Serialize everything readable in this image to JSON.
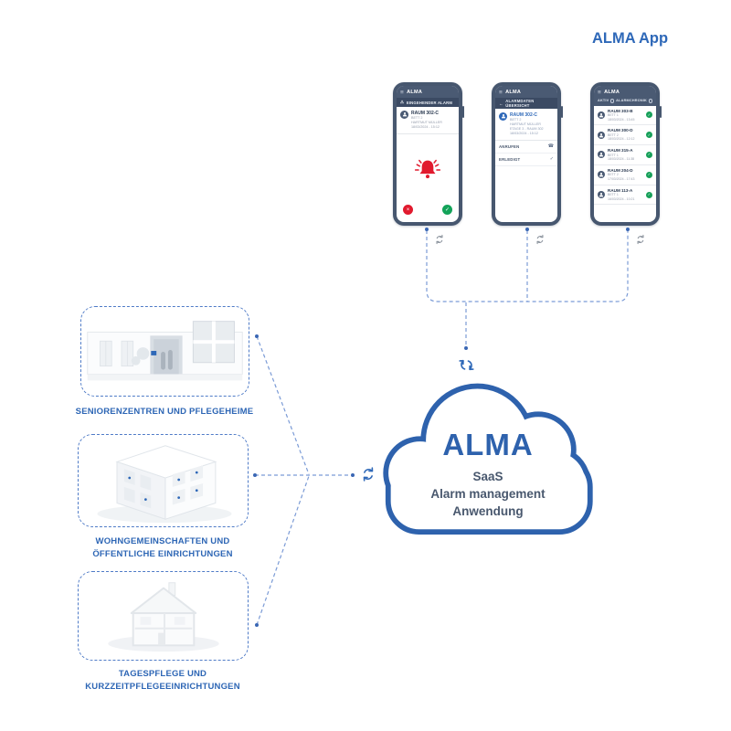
{
  "header": {
    "app_title": "ALMA App"
  },
  "colors": {
    "accent_blue": "#2e68b8",
    "cloud_outline": "#2e62ad",
    "phone_frame": "#47576f",
    "alarm_red": "#e11a2e",
    "success_green": "#13a359",
    "connector_blue": "#7b9bd6",
    "label_blue": "#2d66b5",
    "sync_gray": "#8a929c"
  },
  "icons": {
    "menu": "≡",
    "back": "←",
    "warning": "⚠",
    "phone": "☎",
    "check": "✓",
    "close": "×"
  },
  "phones": [
    {
      "title": "ALMA",
      "bar_label": "EINGEHENDER ALARM",
      "card": {
        "room": "RAUM 302-C",
        "bed": "BETT 2",
        "name": "HARTMUT MÜLLER",
        "time": "18/03/2024 - 15:12"
      }
    },
    {
      "title": "ALMA",
      "bar_label": "ALARMDATEN ÜBERSICHT",
      "card": {
        "room": "RAUM 302-C",
        "bed": "BETT 2",
        "name": "HARTMUT MÜLLER",
        "location": "ETAGE 3 - RAUM 302",
        "time": "18/03/2024 - 15:12"
      },
      "actions": [
        {
          "label": "ANRUFEN"
        },
        {
          "label": "ERLEDIGT"
        }
      ]
    },
    {
      "title": "ALMA",
      "tabs": [
        {
          "label": "AKTIV"
        },
        {
          "label": "ALARMCHRONIK"
        }
      ],
      "items": [
        {
          "room": "RAUM 303-B",
          "bed": "BETT 1",
          "time": "18/03/2024 - 13:45"
        },
        {
          "room": "RAUM 300-D",
          "bed": "BETT 2",
          "time": "18/03/2024 - 12:12"
        },
        {
          "room": "RAUM 315-A",
          "bed": "BETT 1",
          "time": "18/03/2024 - 11:38"
        },
        {
          "room": "RAUM 204-D",
          "bed": "BETT 2",
          "time": "17/03/2024 - 17:43"
        },
        {
          "room": "RAUM 113-A",
          "bed": "BETT 1",
          "time": "16/03/2024 - 10:21"
        }
      ]
    }
  ],
  "cloud": {
    "name": "ALMA",
    "lines": [
      "SaaS",
      "Alarm management",
      "Anwendung"
    ]
  },
  "facilities": [
    {
      "label1": "SENIORENZENTREN UND PFLEGEHEIME",
      "label2": ""
    },
    {
      "label1": "WOHNGEMEINSCHAFTEN UND",
      "label2": "ÖFFENTLICHE EINRICHTUNGEN"
    },
    {
      "label1": "TAGESPFLEGE UND",
      "label2": "KURZZEITPFLEGEEINRICHTUNGEN"
    }
  ]
}
